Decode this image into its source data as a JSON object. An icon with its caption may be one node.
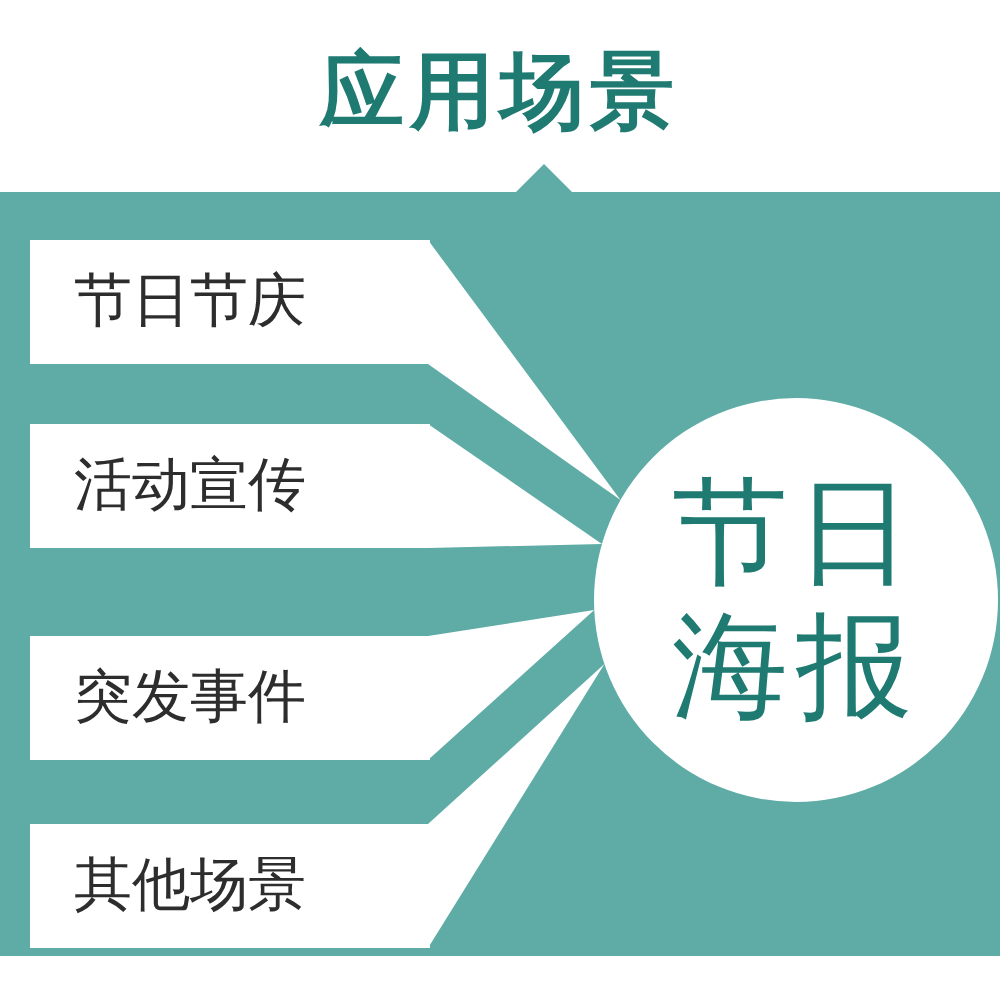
{
  "diagram": {
    "title": "应用场景",
    "nodes": [
      {
        "text": [
          "节日节庆"
        ]
      },
      {
        "text": [
          "活动宣传"
        ]
      },
      {
        "text": [
          "突发事件"
        ]
      },
      {
        "text": [
          "其他场景"
        ]
      },
      {
        "text": [
          "节日海报"
        ]
      }
    ],
    "edges": [
      {
        "from": 0,
        "to": 4,
        "arrow": "to"
      },
      {
        "from": 1,
        "to": 4,
        "arrow": "to"
      },
      {
        "from": 2,
        "to": 4,
        "arrow": "to"
      },
      {
        "from": 3,
        "to": 4,
        "arrow": "to"
      }
    ]
  }
}
